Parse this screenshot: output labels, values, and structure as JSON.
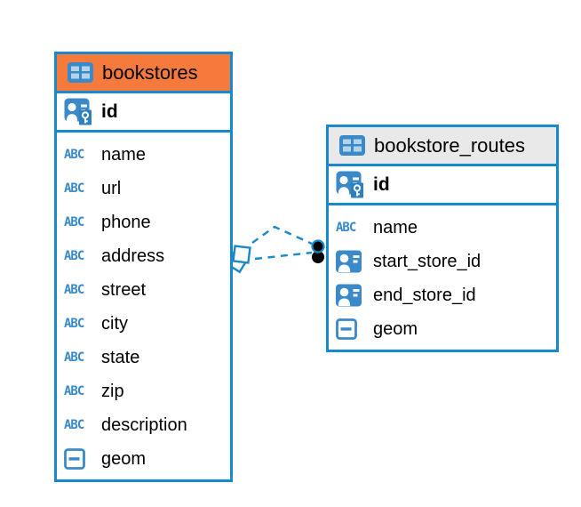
{
  "diagram": {
    "background": "#ffffff",
    "accent_blue": "#1789CC",
    "icon_blue": "#3A89C9",
    "icon_blue_dark": "#2E7FC0",
    "header_orange": "#F57A3C",
    "header_gray": "#E9E9E9",
    "text_color": "#000000"
  },
  "icons": {
    "text_type_label": "ABC"
  },
  "tables": [
    {
      "title": "bookstores",
      "header_color": "#F57A3C",
      "primary_key": {
        "name": "id"
      },
      "columns": [
        {
          "name": "name",
          "type": "text"
        },
        {
          "name": "url",
          "type": "text"
        },
        {
          "name": "phone",
          "type": "text"
        },
        {
          "name": "address",
          "type": "text"
        },
        {
          "name": "street",
          "type": "text"
        },
        {
          "name": "city",
          "type": "text"
        },
        {
          "name": "state",
          "type": "text"
        },
        {
          "name": "zip",
          "type": "text"
        },
        {
          "name": "description",
          "type": "text"
        },
        {
          "name": "geom",
          "type": "geometry"
        }
      ]
    },
    {
      "title": "bookstore_routes",
      "header_color": "#E9E9E9",
      "primary_key": {
        "name": "id"
      },
      "columns": [
        {
          "name": "name",
          "type": "text"
        },
        {
          "name": "start_store_id",
          "type": "reference"
        },
        {
          "name": "end_store_id",
          "type": "reference"
        },
        {
          "name": "geom",
          "type": "geometry"
        }
      ]
    }
  ],
  "relationship": {
    "line_style": "dashed",
    "line_count": 2,
    "source_marker": "stacked-diamonds",
    "target_marker": "stacked-dots"
  }
}
